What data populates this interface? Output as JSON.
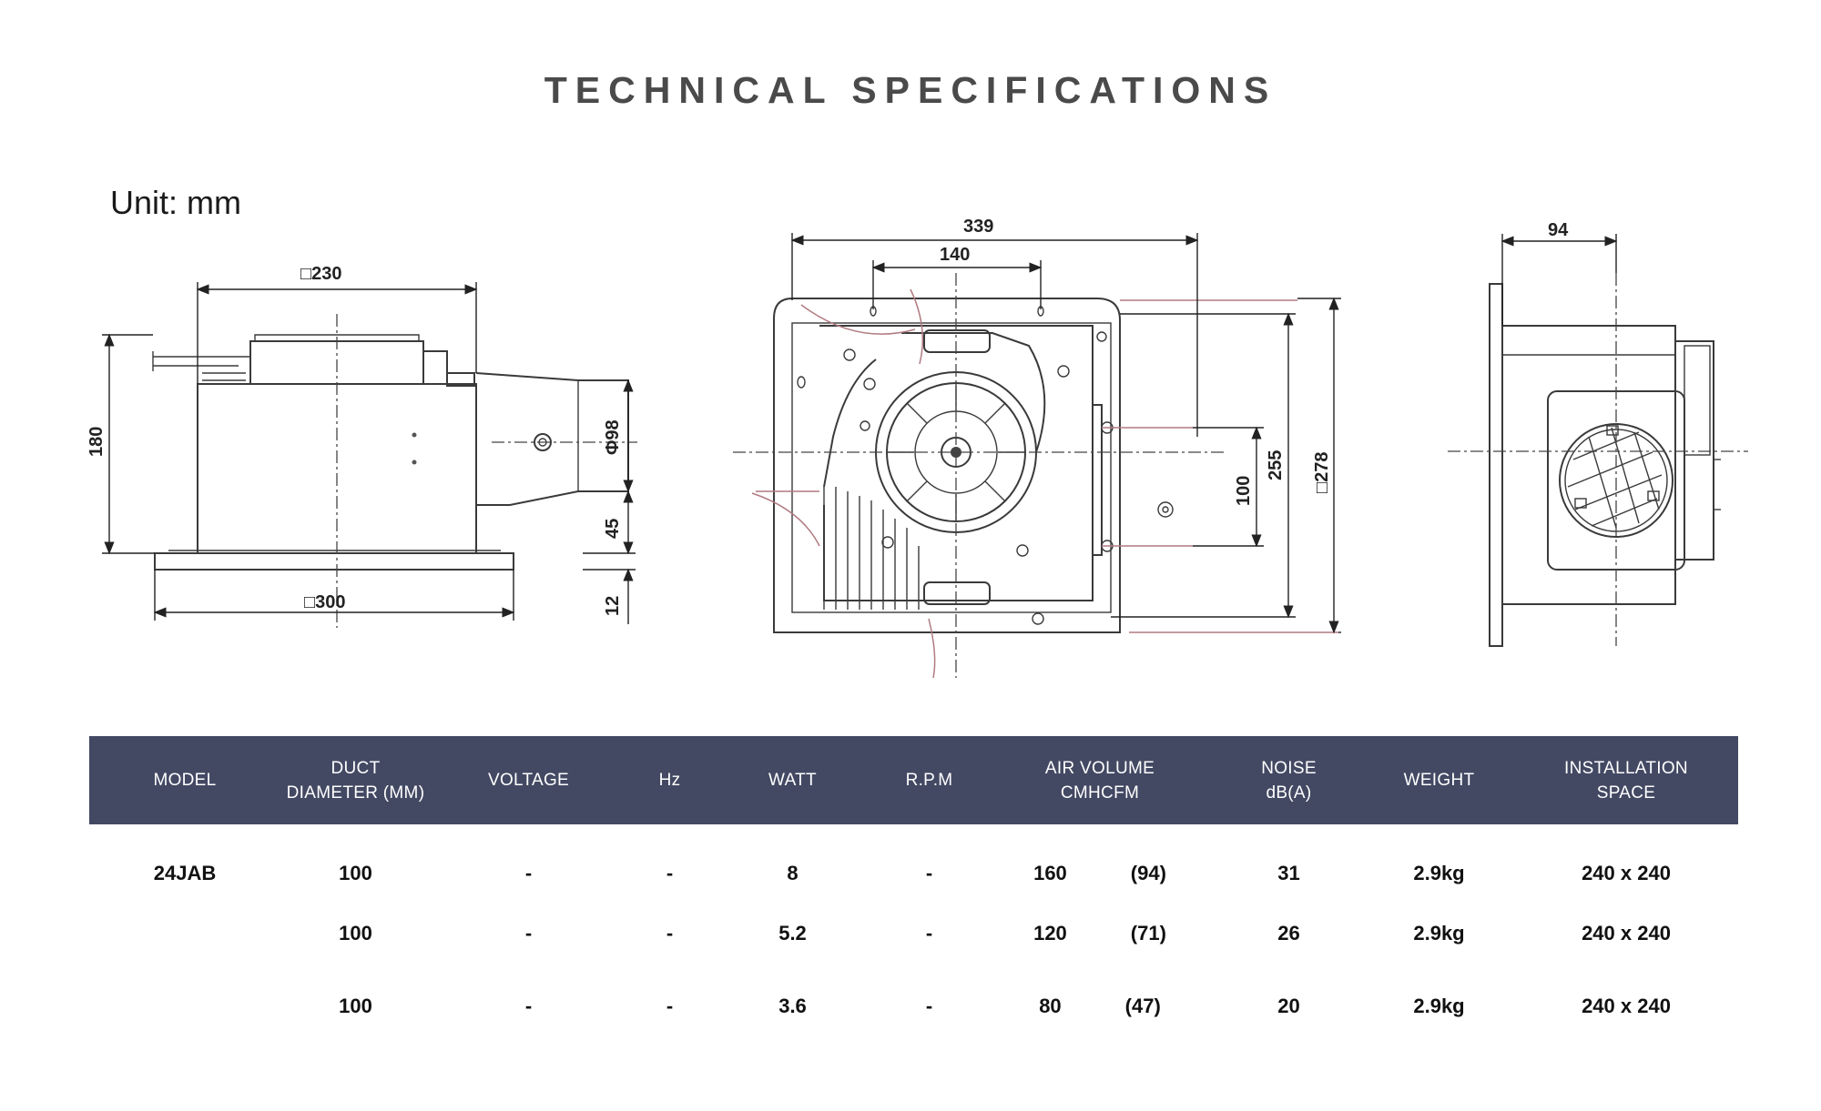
{
  "title": "TECHNICAL SPECIFICATIONS",
  "unit_label": "Unit: mm",
  "dimensions": {
    "side_top": "□230",
    "side_bottom": "□300",
    "side_height": "180",
    "duct_diameter": "Φ98",
    "duct_offset": "45",
    "flange": "12",
    "front_width": "339",
    "front_inner": "140",
    "front_small": "100",
    "front_mid": "255",
    "front_outer": "□278",
    "profile_depth": "94"
  },
  "table": {
    "headers": [
      {
        "line1": "MODEL",
        "line2": ""
      },
      {
        "line1": "DUCT",
        "line2": "DIAMETER (MM)"
      },
      {
        "line1": "VOLTAGE",
        "line2": ""
      },
      {
        "line1": "Hz",
        "line2": ""
      },
      {
        "line1": "WATT",
        "line2": ""
      },
      {
        "line1": "R.P.M",
        "line2": ""
      },
      {
        "line1": "AIR VOLUME",
        "sub_a": "CMH",
        "sub_b": "CFM"
      },
      {
        "line1": "NOISE",
        "line2": "dB(A)"
      },
      {
        "line1": "WEIGHT",
        "line2": ""
      },
      {
        "line1": "INSTALLATION",
        "line2": "SPACE"
      }
    ],
    "rows": [
      {
        "model": "24JAB",
        "duct": "100",
        "voltage": "-",
        "hz": "-",
        "watt": "8",
        "rpm": "-",
        "cmh": "160",
        "cfm": "(94)",
        "noise": "31",
        "weight": "2.9kg",
        "space": "240 x 240"
      },
      {
        "model": "",
        "duct": "100",
        "voltage": "-",
        "hz": "-",
        "watt": "5.2",
        "rpm": "-",
        "cmh": "120",
        "cfm": "(71)",
        "noise": "26",
        "weight": "2.9kg",
        "space": "240 x 240"
      },
      {
        "model": "",
        "duct": "100",
        "voltage": "-",
        "hz": "-",
        "watt": "3.6",
        "rpm": "-",
        "cmh": "80",
        "cfm": "(47)",
        "noise": "20",
        "weight": "2.9kg",
        "space": "240 x 240"
      }
    ]
  }
}
